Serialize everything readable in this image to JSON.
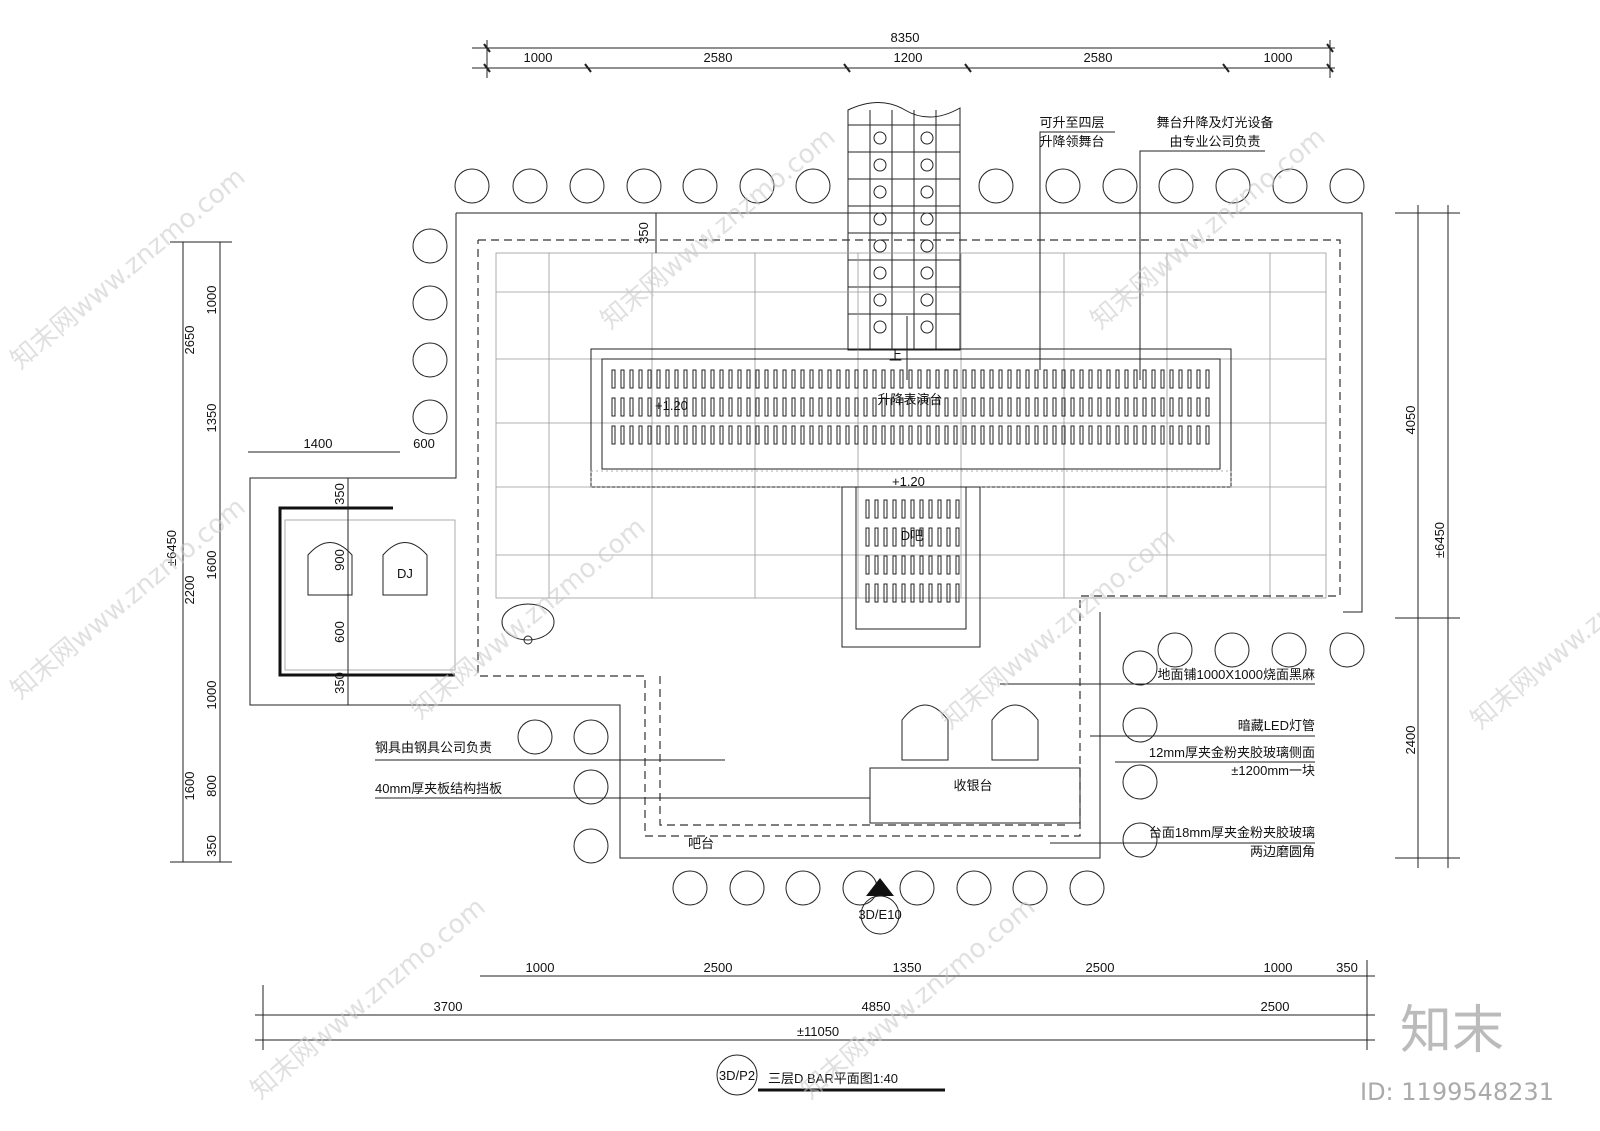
{
  "title": {
    "ref": "3D/P2",
    "text": "三层D BAR平面图1:40"
  },
  "dimensions": {
    "top_total": "8350",
    "top_segments": [
      "1000",
      "2580",
      "1200",
      "2580",
      "1000"
    ],
    "bottom_row1": [
      "1000",
      "2500",
      "1350",
      "2500",
      "1000",
      "350"
    ],
    "bottom_row2": [
      "3700",
      "4850",
      "2500"
    ],
    "bottom_total": "±11050",
    "left_outer": [
      "2650",
      "2200",
      "1600"
    ],
    "left_inner": [
      "1000",
      "1350",
      "1600",
      "1000",
      "800",
      "350"
    ],
    "left_total": "±6450",
    "right_segments": [
      "4050",
      "2400"
    ],
    "right_total": "±6450",
    "dj_width": [
      "1400",
      "600"
    ],
    "dj_height": [
      "350",
      "900",
      "600",
      "350"
    ],
    "stage_offset": "350"
  },
  "labels": {
    "stage": "升降表演台",
    "level_stage": "+1.20",
    "level_dbar": "+1.20",
    "dbar": "D吧",
    "up": "上",
    "dj": "DJ",
    "cashier": "收银台",
    "bar": "吧台",
    "section_ref": "3D/E10"
  },
  "notes": {
    "lift_stage_1": "可升至四层",
    "lift_stage_2": "升降领舞台",
    "equipment_1": "舞台升降及灯光设备",
    "equipment_2": "由专业公司负责",
    "floor": "地面铺1000X1000烧面黑麻",
    "led": "暗藏LED灯管",
    "glass_side_1": "12mm厚夹金粉夹胶玻璃侧面",
    "glass_side_2": "±1200mm一块",
    "glass_top_1": "台面18mm厚夹金粉夹胶玻璃",
    "glass_top_2": "两边磨圆角",
    "steel": "钢具由钢具公司负责",
    "board": "40mm厚夹板结构挡板"
  },
  "watermark": {
    "site": "知末网www.znzmo.com",
    "brand": "知末",
    "id": "ID: 1199548231"
  }
}
